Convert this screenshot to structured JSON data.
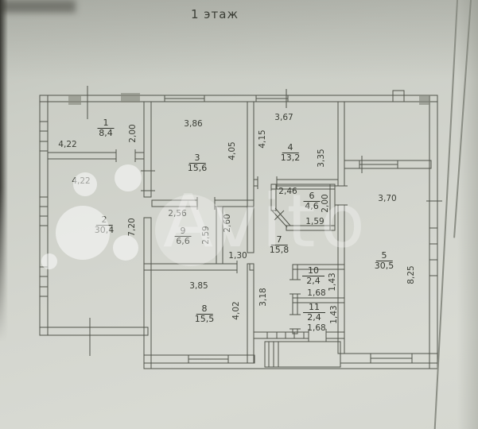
{
  "title": "1 этаж",
  "watermark": "Avito",
  "rooms": [
    {
      "number": "1",
      "area": "8,4"
    },
    {
      "number": "2",
      "area": "30,4"
    },
    {
      "number": "3",
      "area": "15,6"
    },
    {
      "number": "4",
      "area": "13,2"
    },
    {
      "number": "5",
      "area": "30,5"
    },
    {
      "number": "6",
      "area": "4,6"
    },
    {
      "number": "7",
      "area": "15,8"
    },
    {
      "number": "8",
      "area": "15,5"
    },
    {
      "number": "9",
      "area": "6,6"
    },
    {
      "number": "10",
      "area": "2,4"
    },
    {
      "number": "11",
      "area": "2,4"
    }
  ],
  "measurements": [
    {
      "room": "1",
      "value": "4,22"
    },
    {
      "room": "1",
      "value": "2,00"
    },
    {
      "room": "3",
      "value": "3,86"
    },
    {
      "room": "3",
      "value": "4,05"
    },
    {
      "room": "4",
      "value": "3,67"
    },
    {
      "room": "4",
      "value": "4,15"
    },
    {
      "room": "4",
      "value": "3,35"
    },
    {
      "room": "2",
      "value": "4,22"
    },
    {
      "room": "2",
      "value": "7,20"
    },
    {
      "room": "9",
      "value": "2,56"
    },
    {
      "room": "9",
      "value": "2,59"
    },
    {
      "room": "7",
      "value": "2,60"
    },
    {
      "room": "7",
      "value": "1,30"
    },
    {
      "room": "7",
      "value": "3,18"
    },
    {
      "room": "6",
      "value": "2,46"
    },
    {
      "room": "6",
      "value": "2,00"
    },
    {
      "room": "6",
      "value": "1,59"
    },
    {
      "room": "5",
      "value": "3,70"
    },
    {
      "room": "5",
      "value": "8,25"
    },
    {
      "room": "8",
      "value": "3,85"
    },
    {
      "room": "8",
      "value": "4,02"
    },
    {
      "room": "10",
      "value": "1,68"
    },
    {
      "room": "10",
      "value": "1,43"
    },
    {
      "room": "11",
      "value": "1,68"
    },
    {
      "room": "11",
      "value": "1,43"
    }
  ]
}
